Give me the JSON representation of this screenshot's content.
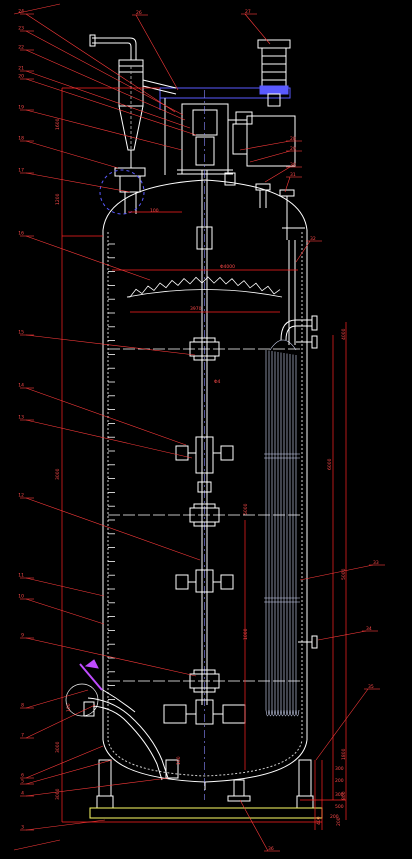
{
  "drawing": {
    "background": "#000000",
    "colors": {
      "outline": "#ffffff",
      "leader": "#ff3b3b",
      "dimension": "#ff2222",
      "label": "#ff4a4a",
      "coil": "#d8e0ff",
      "motor_blue": "#5a5aff",
      "valve_magenta": "#c04cff",
      "centerline": "#8a8aff"
    },
    "callouts_left": [
      "24",
      "23",
      "22",
      "21",
      "20",
      "19",
      "18",
      "17",
      "16",
      "15",
      "14",
      "13",
      "12",
      "11",
      "10",
      "9",
      "8",
      "7",
      "6",
      "5",
      "4",
      "3"
    ],
    "callouts_right": [
      "26",
      "27",
      "28",
      "29",
      "30",
      "31",
      "32",
      "33",
      "34",
      "35",
      "36"
    ],
    "dimension_labels": [
      "1600",
      "1200",
      "Φ4000",
      "3970",
      "Φ4",
      "3000",
      "5000",
      "1000",
      "5000",
      "6000",
      "4000",
      "3000",
      "3000",
      "1800",
      "300",
      "200",
      "300",
      "500",
      "100",
      "200",
      "800",
      "400",
      "200",
      "100",
      "100"
    ]
  }
}
